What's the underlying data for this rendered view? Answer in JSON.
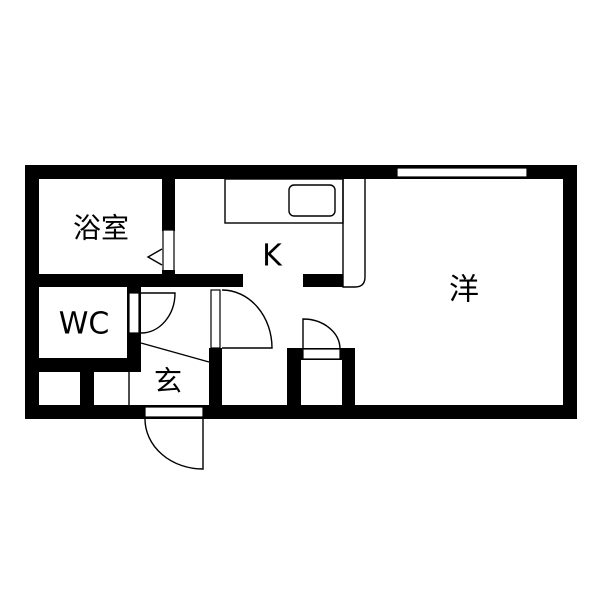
{
  "floor_plan": {
    "rooms": {
      "bath": "浴室",
      "kitchen": "K",
      "western_room": "洋",
      "toilet": "WC",
      "entrance": "玄"
    },
    "colors": {
      "wall": "#000000",
      "background": "#ffffff"
    }
  }
}
